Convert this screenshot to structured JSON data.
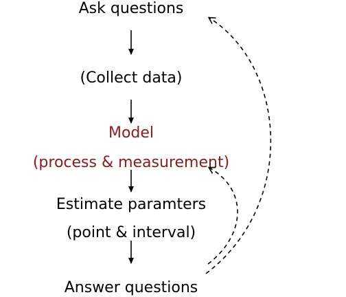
{
  "colors": {
    "text": "#000000",
    "model_text": "#8b1a1a",
    "arrow": "#000000"
  },
  "diagram": {
    "steps": [
      {
        "label": "Ask questions"
      },
      {
        "label": "(Collect data)"
      },
      {
        "label": "Model"
      },
      {
        "label": "(process & measurement)"
      },
      {
        "label": "Estimate paramters"
      },
      {
        "label": "(point & interval)"
      },
      {
        "label": "Answer questions"
      }
    ]
  }
}
